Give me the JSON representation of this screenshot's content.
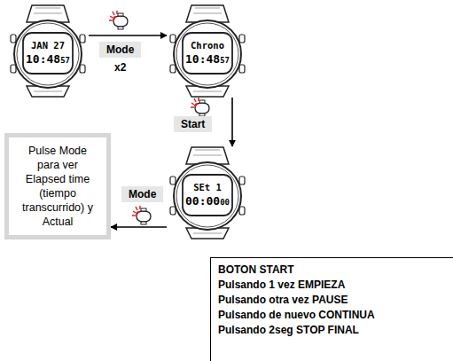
{
  "diagram": {
    "nodes": [
      {
        "text": [
          "JAN 27",
          "10:48",
          "57"
        ]
      },
      {
        "text": [
          "Chrono",
          "10:48",
          "57"
        ]
      },
      {
        "text": [
          "SEt 1",
          "00:00",
          "00"
        ]
      },
      {
        "text": [
          "Pulse Mode para ver Elapsed time (tiempo transcurrido) y Actual"
        ]
      },
      {
        "text": [
          "BOTON START",
          "Pulsando 1 vez EMPIEZA",
          "Pulsando otra vez PAUSE",
          "Pulsando de nuevo CONTINUA",
          "Pulsando 2seg STOP FINAL"
        ]
      }
    ],
    "edges": [
      {
        "from": 0,
        "to": 1,
        "label": "Mode",
        "arrow": "to"
      },
      {
        "from": 1,
        "to": 2,
        "label": "Start",
        "arrow": "to"
      },
      {
        "from": 2,
        "to": 3,
        "label": "Mode",
        "arrow": "to"
      }
    ],
    "labels": [
      "x2"
    ]
  }
}
